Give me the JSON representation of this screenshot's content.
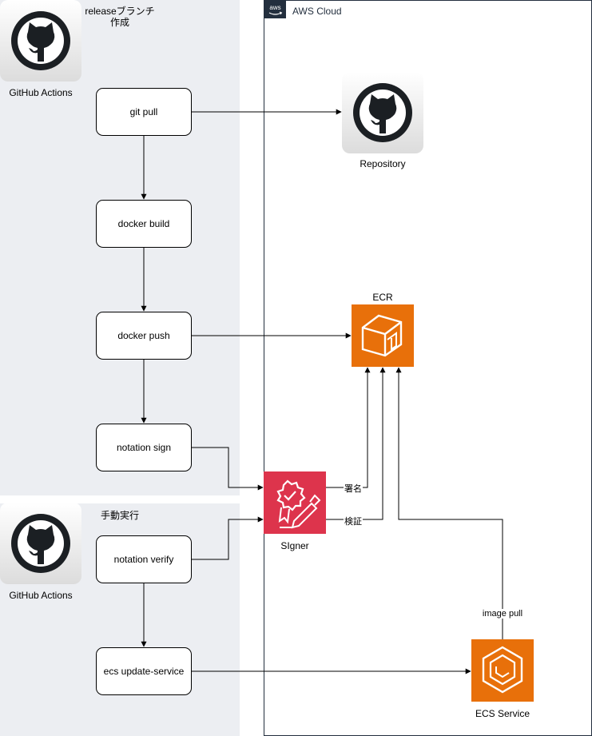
{
  "lanes": [
    {
      "note": "releaseブランチ\n作成",
      "actor": "GitHub Actions"
    },
    {
      "note": "手動実行",
      "actor": "GitHub Actions"
    }
  ],
  "aws": {
    "title": "AWS Cloud",
    "badge": "aws"
  },
  "steps": {
    "git_pull": "git pull",
    "docker_build": "docker build",
    "docker_push": "docker push",
    "notation_sign": "notation sign",
    "notation_verify": "notation verify",
    "ecs_update": "ecs update-service"
  },
  "services": {
    "repository": "Repository",
    "ecr": "ECR",
    "signer": "SIgner",
    "ecs": "ECS Service"
  },
  "edge_labels": {
    "sign": "署名",
    "verify": "検証",
    "image_pull": "image pull"
  },
  "colors": {
    "lane_bg": "#eceef2",
    "aws_border": "#232f3e",
    "ecr_orange": "#e8700a",
    "signer_red": "#dd344c"
  },
  "icons": [
    "github-icon",
    "ecr-icon",
    "signer-icon",
    "ecs-icon",
    "aws-logo-icon"
  ]
}
